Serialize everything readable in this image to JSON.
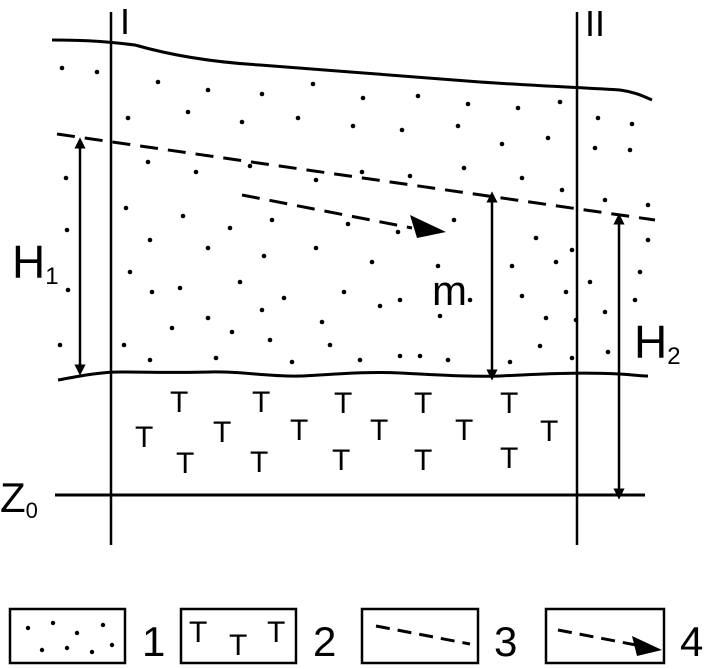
{
  "sections": {
    "left": "I",
    "right": "II"
  },
  "labels": {
    "h1_main": "H",
    "h1_sub": "1",
    "h2_main": "H",
    "h2_sub": "2",
    "m": "m",
    "z0_main": "Z",
    "z0_sub": "0"
  },
  "clay_symbol": "T",
  "legend": [
    {
      "number": "1",
      "pattern": "dots",
      "symbol": ""
    },
    {
      "number": "2",
      "pattern": "clay",
      "symbol": "T"
    },
    {
      "number": "3",
      "pattern": "dashed-line",
      "symbol": ""
    },
    {
      "number": "4",
      "pattern": "dashed-arrow",
      "symbol": ""
    }
  ]
}
